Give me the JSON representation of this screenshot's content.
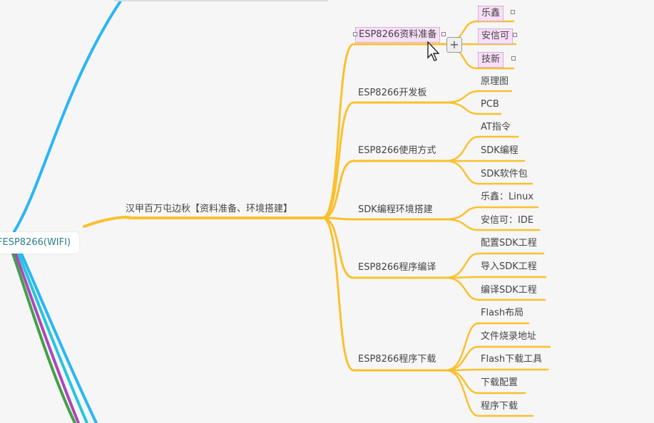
{
  "root": {
    "label": "FESP8266(WIFI)"
  },
  "main_topic": {
    "label": "汉甲百万屯边秋【资料准备、环境搭建】"
  },
  "subtopics": [
    {
      "label": "ESP8266资料准备",
      "children": [
        "乐鑫",
        "安信可",
        "技新"
      ]
    },
    {
      "label": "ESP8266开发板",
      "children": [
        "原理图",
        "PCB"
      ]
    },
    {
      "label": "ESP8266使用方式",
      "children": [
        "AT指令",
        "SDK编程",
        "SDK软件包"
      ]
    },
    {
      "label": "SDK编程环境搭建",
      "children": [
        "乐鑫：Linux",
        "安信可：IDE"
      ]
    },
    {
      "label": "ESP8266程序编译",
      "children": [
        "配置SDK工程",
        "导入SDK工程",
        "编译SDK工程"
      ]
    },
    {
      "label": "ESP8266程序下载",
      "children": [
        "Flash布局",
        "文件烧录地址",
        "Flash下载工具",
        "下载配置",
        "程序下载"
      ]
    }
  ],
  "icons": {
    "add": "plus-icon",
    "pointer": "cursor-arrow-icon"
  },
  "colors": {
    "branch_orange": "#fbc02d",
    "branch_blue": "#29b6f6",
    "branch_green": "#43a047",
    "branch_purple": "#ab47bc",
    "branch_cyan": "#26c6da",
    "selection": "#f8def7"
  }
}
